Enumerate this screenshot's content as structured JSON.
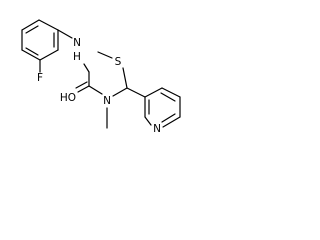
{
  "molecule": {
    "atoms": {
      "fluorine": "F",
      "amide_nh": "N",
      "amide_nh_h": "H",
      "carbonyl_o": "HO",
      "amide_n": "N",
      "sulfur": "S",
      "pyridine_n": "N"
    }
  }
}
